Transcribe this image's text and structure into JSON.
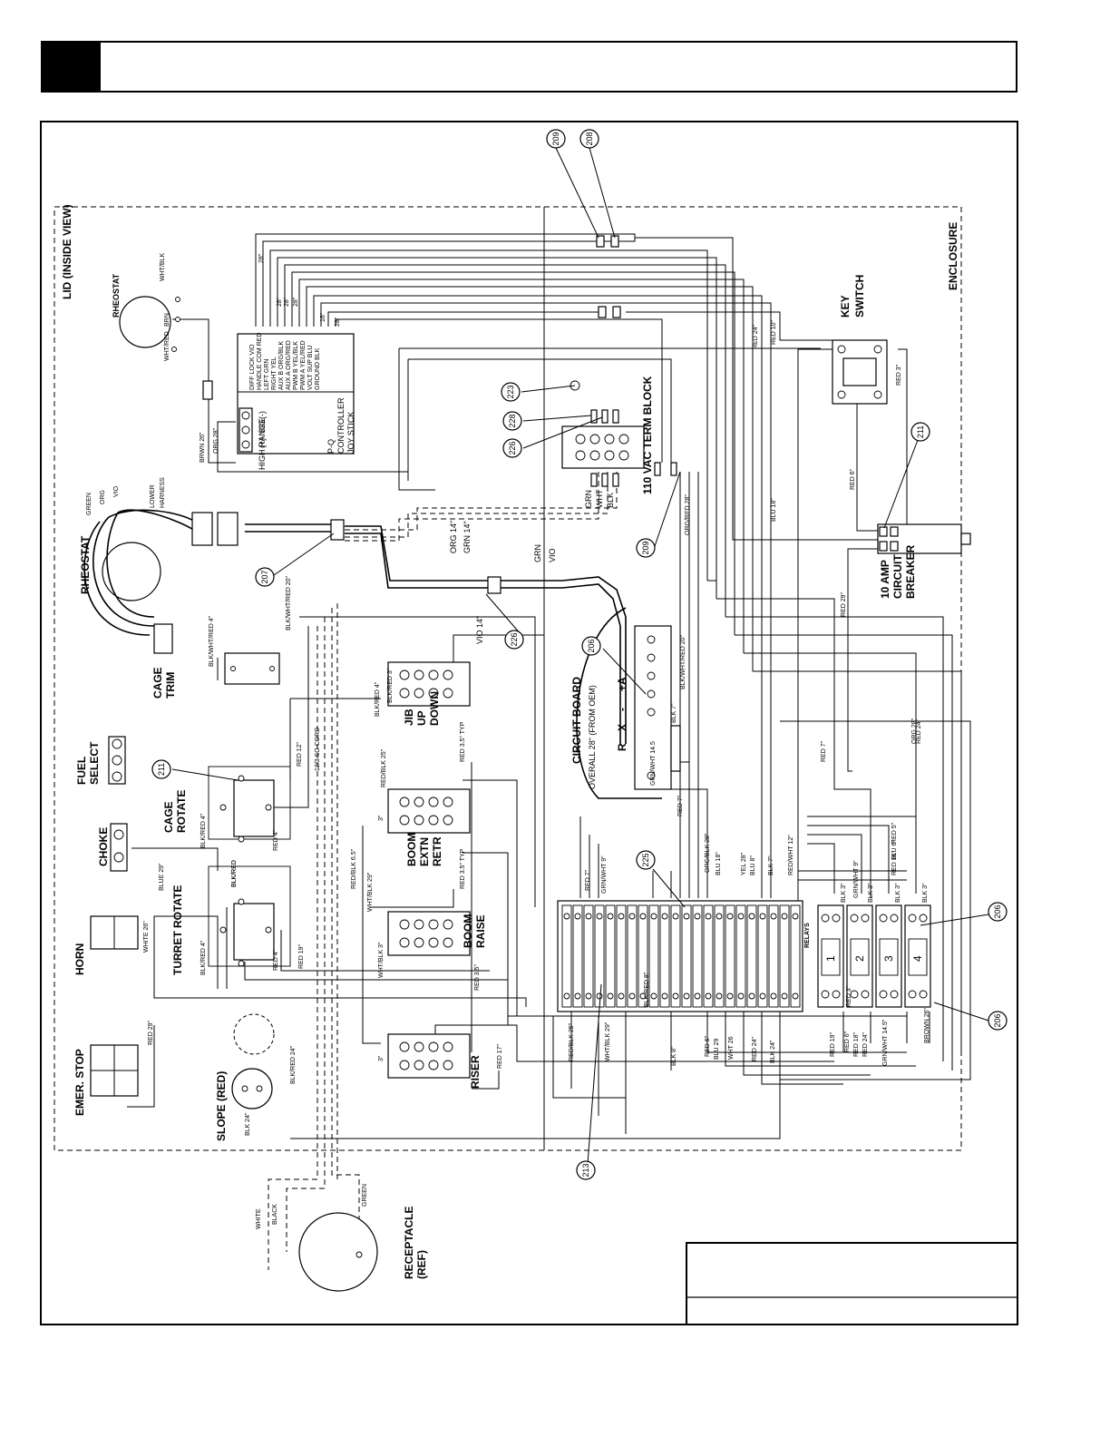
{
  "labels": {
    "lid": "LID (INSIDE VIEW)",
    "enclosure": "ENCLOSURE",
    "rheostat_top": "RHEOSTAT",
    "wht_blk": "WHT/BLK",
    "brn": "BRN",
    "wht_red": "WHT/RED",
    "joystick_rows": [
      "DIFF LOCK VIO",
      "HANDLE COM RED",
      "LEFT GRN",
      "RIGHT YEL",
      "AUX B ORG/BLK",
      "AUX A ORG/RED",
      "PWM B YEL/BLK",
      "PWM A YEL/RED",
      "VOLT SUP BLU",
      "GROUND BLK"
    ],
    "neg": "(-)",
    "sig": "SIG",
    "pos": "(+)",
    "high_range": "HIGH RANGE",
    "joystick_title": [
      "P-Q",
      "CONTROLLER",
      "JOY STICK"
    ],
    "brwn_26": "BRWN 26\"",
    "org_28": "ORG 28\"",
    "w28": "28\"",
    "w16": "16\"",
    "term_block": "110 VAC TERM BLOCK",
    "grn": "GRN",
    "wht": "WHT",
    "blk": "BLK",
    "lower_harness": [
      "LOWER",
      "HARNESS"
    ],
    "green": "GREEN",
    "org": "ORG",
    "vio": "VIO",
    "rheostat_main": "RHEOSTAT",
    "cage_trim": [
      "CAGE",
      "TRIM"
    ],
    "blkwhtred_4": "BLK/WHT/RED 4\"",
    "blkwhtred_20": "BLK/WHT/RED 20\"",
    "blkred_4": "BLK/RED 4\"",
    "org_14": "ORG 14\"",
    "grn_14": "GRN 14\"",
    "vio_14": "VIO 14\"",
    "red_24": "RED 24\"",
    "red_10": "RED 10\"",
    "key_switch": [
      "KEY",
      "SWITCH"
    ],
    "red_3": "RED 3\"",
    "red_6": "RED 6\"",
    "blu_18": "BLU 18\"",
    "red_29": "RED 29\"",
    "circuit_breaker": [
      "10 AMP",
      "CIRCUIT",
      "BREAKER"
    ],
    "org_red_28": "ORG/RED 28\"",
    "circuit_board": "CIRCUIT BOARD",
    "overall_28": "OVERALL 28\" (FROM OEM)",
    "board_terms": [
      "R",
      "X",
      "-",
      "+A"
    ],
    "grn_wht_145": "GRN/WHT 14.5",
    "blk_7": "BLK 7\"",
    "blkwhtred_20b": "BLK/WHT/RED 20\"",
    "fuel_select": [
      "FUEL",
      "SELECT"
    ],
    "red_12": "RED 12\"",
    "cord": "12/3 SO CORD",
    "cage_rotate": [
      "CAGE",
      "ROTATE"
    ],
    "blk_red_4": "BLK/RED 4\"",
    "red_4": "RED 4\"",
    "choke": "CHOKE",
    "blue_29": "BLUE 29\"",
    "blk_red": "BLK/RED",
    "turret_rotate": "TURRET ROTATE",
    "red_19": "RED 19\"",
    "horn": "HORN",
    "white_26": "WHITE 26\"",
    "jib": [
      "JIB",
      "UP",
      "DOWN"
    ],
    "blk_red_3": "BLK/RED 3\"",
    "red_35_typ": "RED 3.5\" TYP",
    "red_blk_25": "RED/BLK 25\"",
    "boom_extn": [
      "BOOM",
      "EXTN",
      "RETR"
    ],
    "red_blk_65": "RED/BLK 6.5\"",
    "wht_blk_29": "WHT/BLK 29\"",
    "boom_raise": [
      "BOOM",
      "RAISE"
    ],
    "wht_blk_3": "WHT/BLK 3\"",
    "red_35": "RED 3.5\"",
    "dim_3": "3\"",
    "riser": "RISER",
    "red_17": "RED 17\"",
    "blk_red_24": "BLK/RED 24\"",
    "red_29b": "RED 29\"",
    "emer_stop": "EMER. STOP",
    "slope": "SLOPE (RED)",
    "blk_24": "BLK 24\"",
    "white": "WHITE",
    "black": "BLACK",
    "green_cord": "GREEN",
    "receptacle": [
      "RECEPTACLE",
      "(REF)"
    ],
    "red_7": "RED 7\"",
    "grn_wht_9": "GRN/WHT 9\"",
    "org_blk_28": "ORG/BLK 28\"",
    "blu_18b": "BLU 18\"",
    "yel_28": "YEL 28\"",
    "blu_8": "BLU 8\"",
    "blk_7b": "BLK 7\"",
    "red_wht_12": "RED/WHT 12\"",
    "red_blk_25b": "RED/BLK 25\"",
    "wht_blk_29b": "WHT/BLK 29\"",
    "blk_8": "BLK 8\"",
    "red_6b": "RED 6\"",
    "blu_29": "BLU 29",
    "wht_26": "WHT 26",
    "red_24b": "RED 24\"",
    "blk_24b": "BLK 24\"",
    "blk_red_8": "BLK/RED 8\"",
    "relays": "RELAYS",
    "relay_nums": [
      "1",
      "2",
      "3",
      "4"
    ],
    "red_5": "RED 5\"",
    "blu_6": "BLU 6\"",
    "red_16": "RED 16\"",
    "blk_3": "BLK 3\"",
    "red_19b": "RED 19\"",
    "red_6c": "RED 6\"",
    "red_18": "RED 18\"",
    "red_24c": "RED 24\"",
    "grn_wht_145b": "GRN/WHT 14.5\"",
    "brown_26": "BROWN 26\"",
    "org_28b": "ORG 28\"",
    "red_7b": "RED 7\""
  },
  "callouts": {
    "c209a": "209",
    "c208": "208",
    "c223": "223",
    "c228": "228",
    "c226a": "226",
    "c209b": "209",
    "c207": "207",
    "c226b": "226",
    "c206a": "206",
    "c211a": "211",
    "c211b": "211",
    "c225": "225",
    "c206b": "206",
    "c206c": "206",
    "c213": "213"
  }
}
